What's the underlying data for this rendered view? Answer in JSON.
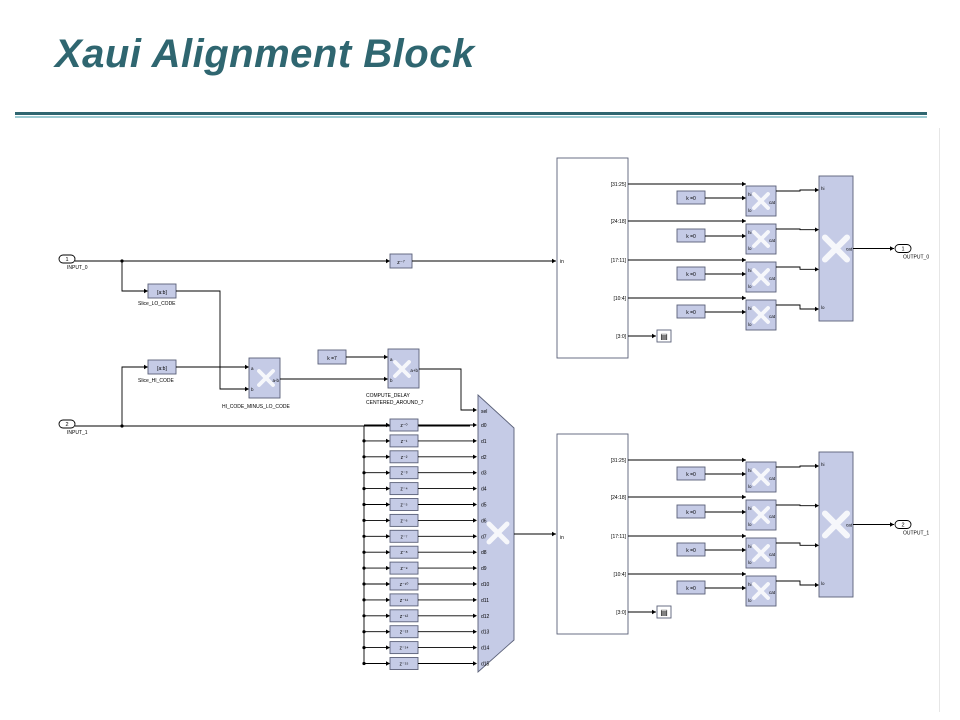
{
  "slide": {
    "title": "Xaui Alignment Block"
  },
  "colors": {
    "title": "#2f6670",
    "rule": "#2f6670",
    "rule_light": "#9ccbd2",
    "block_fill": "#c5cbe6",
    "block_stroke": "#5a6078",
    "wire": "#000000"
  },
  "ports": {
    "input_0": {
      "num": "1",
      "label": "INPUT_0"
    },
    "input_1": {
      "num": "2",
      "label": "INPUT_1"
    },
    "output_0": {
      "num": "1",
      "label": "OUTPUT_0"
    },
    "output_1": {
      "num": "2",
      "label": "OUTPUT_1"
    }
  },
  "blocks": {
    "delay_top": "z⁻⁷",
    "slice_lo": {
      "text": "[a:b]",
      "label": "Slice_LO_CODE"
    },
    "slice_hi": {
      "text": "[a:b]",
      "label": "Slice_HI_CODE"
    },
    "subtract": {
      "a": "a",
      "b": "b",
      "out": "a-b",
      "label": "HI_CODE_MINUS_LO_CODE"
    },
    "const7": "k =7",
    "add": {
      "a": "a",
      "b": "b",
      "out": "a+b",
      "label1": "COMPUTE_DELAY",
      "label2": "CENTERED_AROUND_7"
    },
    "const_k": "k =0",
    "terminator": "▤"
  },
  "delay_chain": [
    "z⁻⁰",
    "z⁻¹",
    "z⁻²",
    "z⁻³",
    "z⁻⁴",
    "z⁻⁵",
    "z⁻⁶",
    "z⁻⁷",
    "z⁻⁸",
    "z⁻⁹",
    "z⁻¹⁰",
    "z⁻¹¹",
    "z⁻¹²",
    "z⁻¹³",
    "z⁻¹⁴",
    "z⁻¹⁵"
  ],
  "mux": {
    "sel": "sel",
    "inputs": [
      "d0",
      "d1",
      "d2",
      "d3",
      "d4",
      "d5",
      "d6",
      "d7",
      "d8",
      "d9",
      "d10",
      "d11",
      "d12",
      "d13",
      "d14",
      "d15"
    ]
  },
  "slicer": {
    "in": "in",
    "outputs": [
      "[31:25]",
      "[24:18]",
      "[17:11]",
      "[10:4]",
      "[3:0]"
    ]
  },
  "concat_small": {
    "hi": "hi",
    "lo": "lo",
    "out": "cat"
  },
  "concat_big": {
    "hi": "hi",
    "lo": "lo",
    "out": "cat"
  }
}
